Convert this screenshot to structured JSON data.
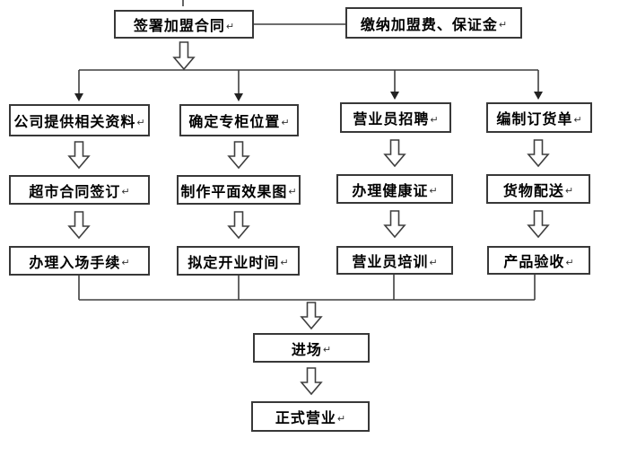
{
  "diagram": {
    "type": "flowchart",
    "nodes": {
      "sign_contract": {
        "label": "签署加盟合同"
      },
      "pay_fee": {
        "label": "缴纳加盟费、保证金"
      },
      "company_info": {
        "label": "公司提供相关资料"
      },
      "counter_location": {
        "label": "确定专柜位置"
      },
      "staff_recruit": {
        "label": "营业员招聘"
      },
      "order_form": {
        "label": "编制订货单"
      },
      "supermarket_contract": {
        "label": "超市合同签订"
      },
      "floor_plan": {
        "label": "制作平面效果图"
      },
      "health_cert": {
        "label": "办理健康证"
      },
      "goods_delivery": {
        "label": "货物配送"
      },
      "entry_procedures": {
        "label": "办理入场手续"
      },
      "opening_time": {
        "label": "拟定开业时间"
      },
      "staff_training": {
        "label": "营业员培训"
      },
      "product_acceptance": {
        "label": "产品验收"
      },
      "enter_venue": {
        "label": "进场"
      },
      "official_opening": {
        "label": "正式营业"
      }
    },
    "edges": [
      [
        "sign_contract",
        "pay_fee"
      ],
      [
        "sign_contract",
        "company_info"
      ],
      [
        "sign_contract",
        "counter_location"
      ],
      [
        "sign_contract",
        "staff_recruit"
      ],
      [
        "sign_contract",
        "order_form"
      ],
      [
        "company_info",
        "supermarket_contract"
      ],
      [
        "supermarket_contract",
        "entry_procedures"
      ],
      [
        "counter_location",
        "floor_plan"
      ],
      [
        "floor_plan",
        "opening_time"
      ],
      [
        "staff_recruit",
        "health_cert"
      ],
      [
        "health_cert",
        "staff_training"
      ],
      [
        "order_form",
        "goods_delivery"
      ],
      [
        "goods_delivery",
        "product_acceptance"
      ],
      [
        "entry_procedures",
        "enter_venue"
      ],
      [
        "opening_time",
        "enter_venue"
      ],
      [
        "staff_training",
        "enter_venue"
      ],
      [
        "product_acceptance",
        "enter_venue"
      ],
      [
        "enter_venue",
        "official_opening"
      ]
    ],
    "marks": {
      "line_break": "↵"
    },
    "colors": {
      "line": "#3f3f3f",
      "border": "#383838",
      "text": "#000000",
      "background": "#ffffff"
    }
  }
}
